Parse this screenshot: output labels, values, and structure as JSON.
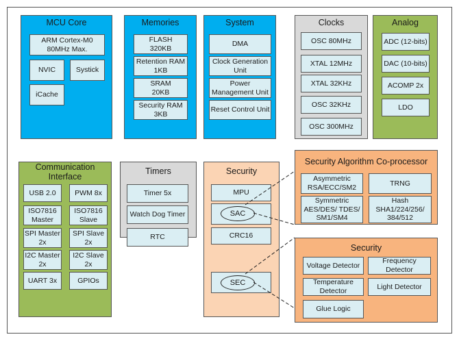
{
  "mcu": {
    "title": "MCU Core",
    "cpu": "ARM Cortex-M0\n80MHz Max.",
    "nvic": "NVIC",
    "systick": "Systick",
    "icache": "iCache"
  },
  "memories": {
    "title": "Memories",
    "flash": "FLASH\n320KB",
    "retention": "Retention RAM\n1KB",
    "sram": "SRAM\n20KB",
    "secram": "Security RAM\n3KB"
  },
  "system": {
    "title": "System",
    "dma": "DMA",
    "cgu": "Clock Generation\nUnit",
    "pmu": "Power\nManagement Unit",
    "rcu": "Reset Control Unit"
  },
  "clocks": {
    "title": "Clocks",
    "items": [
      "OSC 80MHz",
      "XTAL 12MHz",
      "XTAL 32KHz",
      "OSC 32KHz",
      "OSC 300MHz"
    ]
  },
  "analog": {
    "title": "Analog",
    "items": [
      "ADC (12-bits)",
      "DAC (10-bits)",
      "ACOMP 2x",
      "LDO"
    ]
  },
  "comm": {
    "title": "Communication\nInterface",
    "items": [
      "USB 2.0",
      "PWM 8x",
      "ISO7816\nMaster",
      "ISO7816\nSlave",
      "SPI Master\n2x",
      "SPI Slave\n2x",
      "I2C Master\n2x",
      "I2C Slave\n2x",
      "UART 3x",
      "GPIOs"
    ]
  },
  "timers": {
    "title": "Timers",
    "items": [
      "Timer 5x",
      "Watch Dog Timer",
      "RTC"
    ]
  },
  "security": {
    "title": "Security",
    "mpu": "MPU",
    "sac": "SAC",
    "crc": "CRC16",
    "sec": "SEC"
  },
  "sacp": {
    "title": "Security Algorithm Co-processor",
    "asym": "Asymmetric\nRSA/ECC/SM2",
    "trng": "TRNG",
    "sym": "Symmetric\nAES/DES/ TDES/\nSM1/SM4",
    "hash": "Hash\nSHA1/224/256/\n384/512"
  },
  "secdet": {
    "title": "Security",
    "voltage": "Voltage Detector",
    "frequency": "Frequency\nDetector",
    "temperature": "Temperature\nDetector",
    "light": "Light Detector",
    "glue": "Glue Logic"
  },
  "colors": {
    "blue": "#00aeef",
    "gray": "#d9d9d9",
    "green": "#9bbb59",
    "peach": "#fbd4b4",
    "orange": "#f8b47e",
    "cell": "#daeef3"
  }
}
